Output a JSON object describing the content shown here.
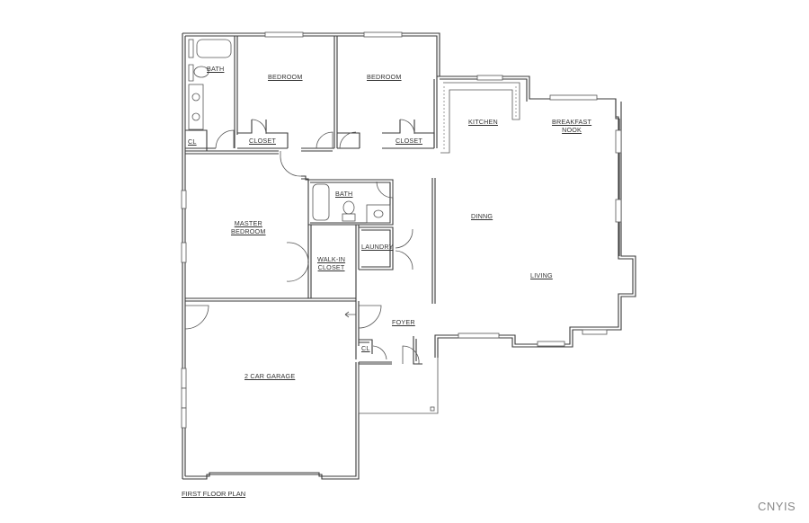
{
  "plan": {
    "title": "FIRST FLOOR PLAN",
    "watermark": "CNYIS",
    "rooms": {
      "bath_top": "BATH",
      "bedroom_1": "BEDROOM",
      "bedroom_2": "BEDROOM",
      "closet_1": "CLOSET",
      "closet_2": "CLOSET",
      "cl_top": "CL",
      "kitchen": "KITCHEN",
      "breakfast_nook": "BREAKFAST\nNOOK",
      "master_bedroom": "MASTER\nBEDROOM",
      "bath_mid": "BATH",
      "dining": "DINNG",
      "walk_in_closet": "WALK-IN\nCLOSET",
      "laundry": "LAUNDRY",
      "living": "LIVING",
      "foyer": "FOYER",
      "cl_foyer": "CL",
      "garage": "2 CAR GARAGE"
    }
  }
}
